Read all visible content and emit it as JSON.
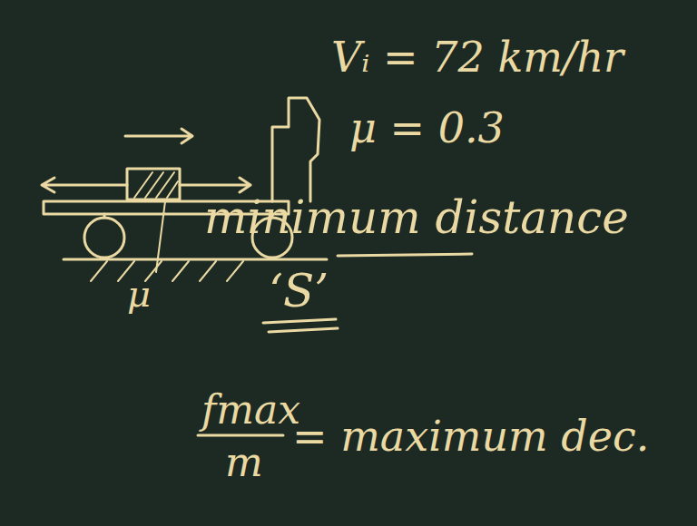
{
  "diagram": {
    "labels": [
      "Vᵢ = 72 km/hr",
      "μ = 0.3",
      "μ",
      "minimum distance",
      "‘S’",
      "fmax",
      "m",
      "= maximum dec."
    ]
  }
}
